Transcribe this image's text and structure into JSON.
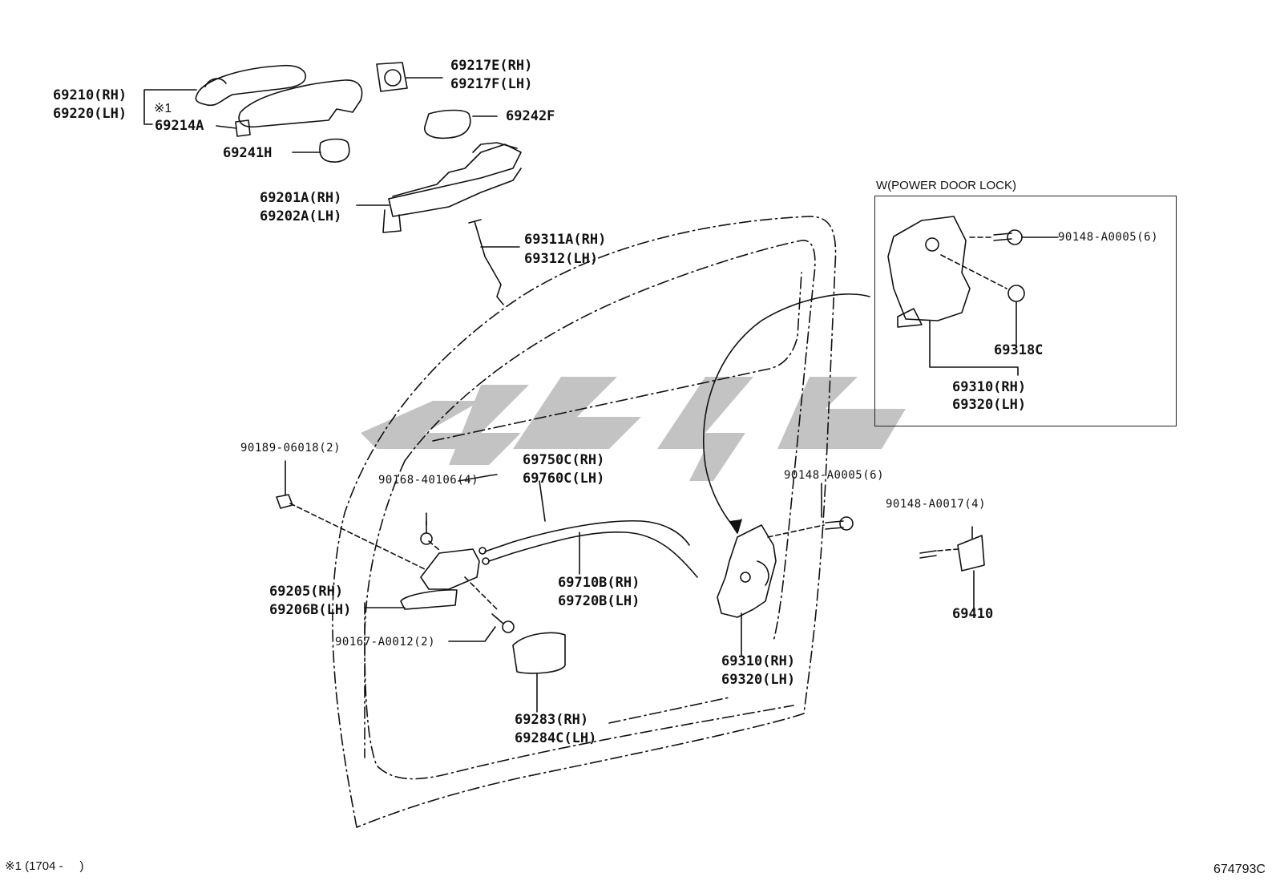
{
  "inset": {
    "title": "W(POWER DOOR LOCK)",
    "screw_label": "90148-A0005(6)",
    "part_label": "69318C",
    "lock_rh": "69310(RH)",
    "lock_lh": "69320(LH)"
  },
  "parts": {
    "handle_rh": "69210(RH)",
    "handle_lh": "69220(LH)",
    "note_mark": "※1",
    "handle_sub": "69214A",
    "cap_rh": "69217E(RH)",
    "cap_lh": "69217F(LH)",
    "pad_front": "69242F",
    "pad_rear": "69241H",
    "frame_rh": "69201A(RH)",
    "frame_lh": "69202A(LH)",
    "rod_rh": "69311A(RH)",
    "rod_lh": "69312(LH)",
    "clip": "90189-06018(2)",
    "screw_a": "90168-40106(4)",
    "cable_a_rh": "69750C(RH)",
    "cable_a_lh": "69760C(LH)",
    "screw_b": "90148-A0005(6)",
    "screw_c": "90148-A0017(4)",
    "striker": "69410",
    "inner_handle_rh": "69205(RH)",
    "inner_handle_lh": "69206B(LH)",
    "screw_d": "90167-A0012(2)",
    "cable_b_rh": "69710B(RH)",
    "cable_b_lh": "69720B(LH)",
    "lock_rh": "69310(RH)",
    "lock_lh": "69320(LH)",
    "cover_rh": "69283(RH)",
    "cover_lh": "69284C(LH)"
  },
  "footer": {
    "note": "※1 (1704 -     )",
    "code": "674793C"
  }
}
